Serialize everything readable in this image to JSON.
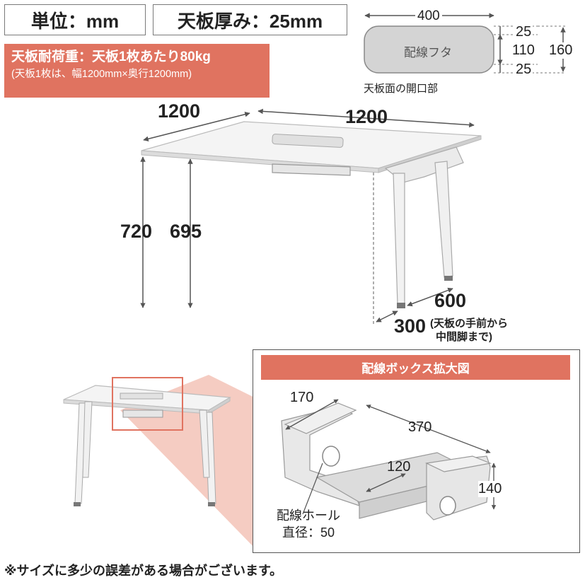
{
  "unit_label": "単位：mm",
  "thickness_label": "天板厚み：25mm",
  "load": {
    "title": "天板耐荷重：天板1枚あたり80kg",
    "note": "(天板1枚は、幅1200mm×奥行1200mm)"
  },
  "opening": {
    "width": "400",
    "cover_label": "配線フタ",
    "top_margin": "25",
    "middle": "110",
    "bottom_margin": "25",
    "total": "160",
    "caption": "天板面の開口部"
  },
  "table_dims": {
    "width_left": "1200",
    "width_right": "1200",
    "height_total": "720",
    "height_under": "695",
    "leg_span": "600",
    "leg_offset": "300",
    "leg_offset_note_line1": "(天板の手前から",
    "leg_offset_note_line2": "中間脚まで)"
  },
  "box": {
    "title": "配線ボックス拡大図",
    "width_top": "170",
    "length": "370",
    "inner_width": "120",
    "height": "140",
    "hole_label_line1": "配線ホール",
    "hole_label_line2": "直径：50"
  },
  "footer_note": "※サイズに多少の誤差がある場合がございます。",
  "colors": {
    "accent": "#e07360",
    "zoom_fill": "#f3c3b7",
    "line": "#555555"
  }
}
